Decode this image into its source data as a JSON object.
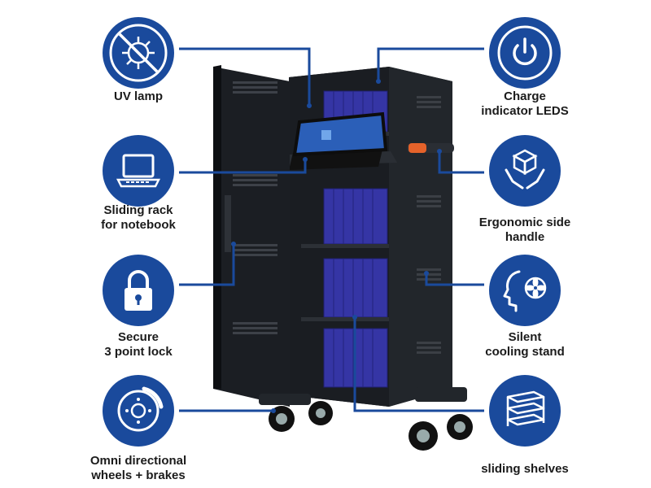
{
  "colors": {
    "accent": "#1a4a9c",
    "cabinet": "#1c1f24",
    "device": "#3a3aa8",
    "handle": "#e5622a"
  },
  "features": [
    {
      "id": "uv-lamp",
      "icon": "virus-crossed-icon",
      "lines": [
        "UV lamp"
      ]
    },
    {
      "id": "charge-leds",
      "icon": "power-icon",
      "lines": [
        "Charge",
        "indicator LEDS"
      ]
    },
    {
      "id": "sliding-rack",
      "icon": "laptop-icon",
      "lines": [
        "Sliding rack",
        "for notebook"
      ]
    },
    {
      "id": "side-handle",
      "icon": "box-hands-icon",
      "lines": [
        "Ergonomic side",
        "handle"
      ]
    },
    {
      "id": "lock",
      "icon": "padlock-icon",
      "lines": [
        "Secure",
        "3 point lock"
      ]
    },
    {
      "id": "cooling",
      "icon": "fan-face-icon",
      "lines": [
        "Silent",
        "cooling stand"
      ]
    },
    {
      "id": "wheels",
      "icon": "wheel-brake-icon",
      "lines": [
        "Omni directional",
        "wheels  + brakes"
      ]
    },
    {
      "id": "shelves",
      "icon": "shelves-icon",
      "lines": [
        "sliding shelves"
      ]
    }
  ]
}
